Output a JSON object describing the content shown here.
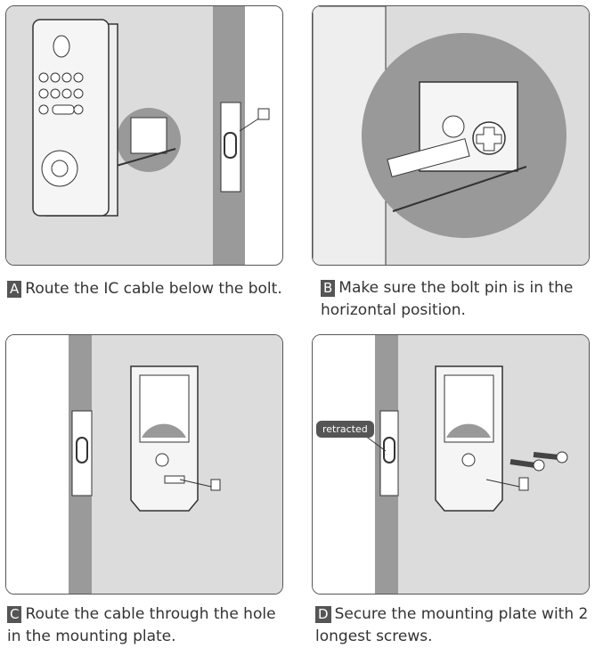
{
  "steps": [
    {
      "letter": "A",
      "text": "Route the IC cable below the bolt."
    },
    {
      "letter": "B",
      "text": "Make sure the bolt pin is in the horizontal position."
    },
    {
      "letter": "C",
      "text": "Route the cable through the hole in the mounting plate."
    },
    {
      "letter": "D",
      "text": "Secure the mounting plate with 2 longest screws."
    }
  ],
  "callout": "retracted",
  "colors": {
    "badge": "#555555",
    "door": "#dcdcdc",
    "edge": "#9a9a9a",
    "ink": "#333333"
  }
}
